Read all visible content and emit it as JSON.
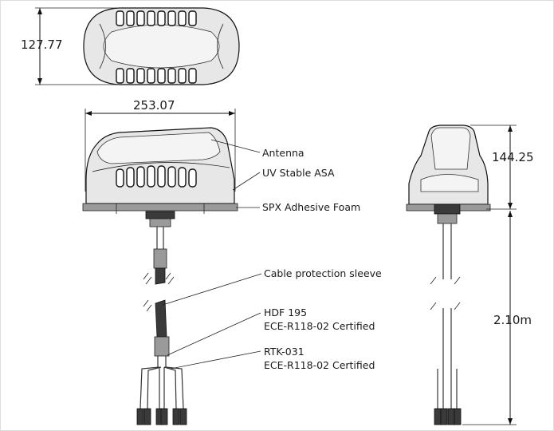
{
  "dimensions": {
    "top_depth": "127.77",
    "width": "253.07",
    "height": "144.25",
    "cable_length": "2.10m"
  },
  "callouts": {
    "antenna": "Antenna",
    "uv_stable": "UV Stable ASA",
    "adhesive": "SPX Adhesive Foam",
    "sleeve": "Cable protection sleeve",
    "hdf_line1": "HDF 195",
    "hdf_line2": "ECE-R118-02 Certified",
    "rtk_line1": "RTK-031",
    "rtk_line2": "ECE-R118-02 Certified"
  }
}
